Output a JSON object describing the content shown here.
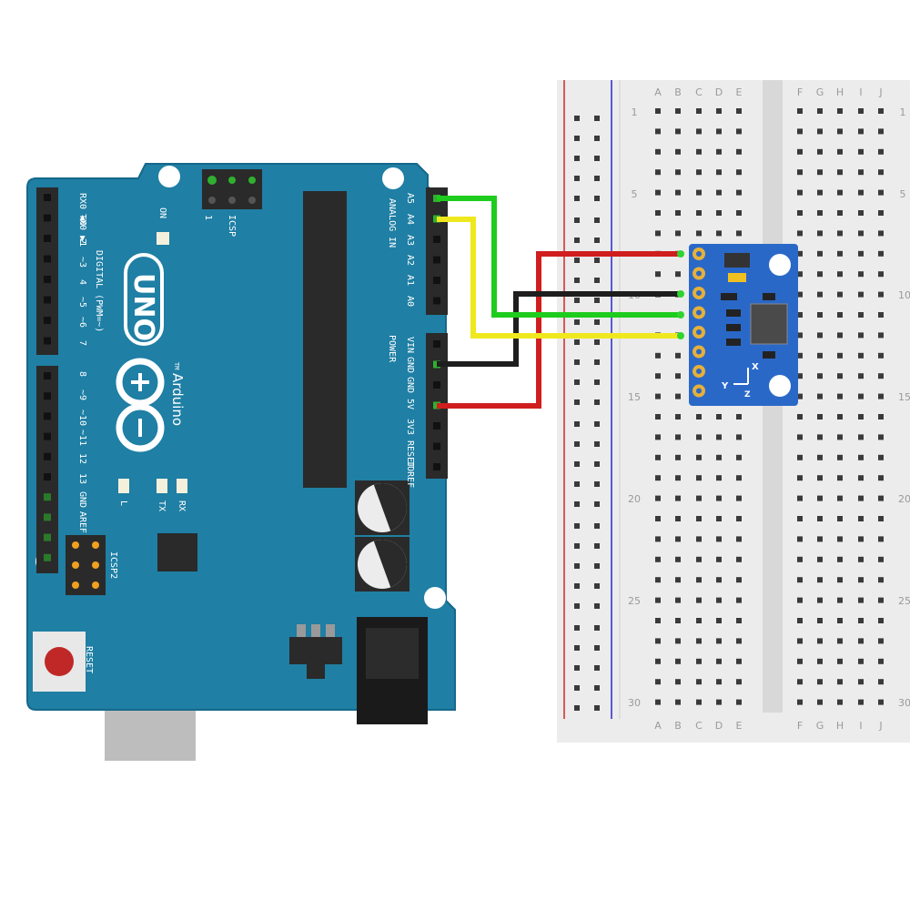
{
  "breadboard": {
    "columns_left": [
      "A",
      "B",
      "C",
      "D",
      "E"
    ],
    "columns_right": [
      "F",
      "G",
      "H",
      "I",
      "J"
    ],
    "row_labels": [
      "1",
      "5",
      "10",
      "15",
      "20",
      "25",
      "30"
    ]
  },
  "arduino": {
    "logo": "UNO",
    "brand": "Arduino",
    "trademark": "TM",
    "labels": {
      "digital": "DIGITAL (PWM=~)",
      "analog_in": "ANALOG IN",
      "power": "POWER",
      "on": "ON",
      "icsp": "ICSP",
      "icsp2": "ICSP2",
      "reset": "RESET",
      "icsp_pin1": "1",
      "led_l": "L",
      "led_tx": "TX",
      "led_rx": "RX"
    },
    "digital_pins": [
      "RX0 ◀0",
      "TX0 ▶1",
      "2",
      "~3",
      "4",
      "~5",
      "~6",
      "7",
      "8",
      "~9",
      "~10",
      "~11",
      "12",
      "13",
      "GND",
      "AREF"
    ],
    "analog_pins": [
      "A5",
      "A4",
      "A3",
      "A2",
      "A1",
      "A0"
    ],
    "power_pins": [
      "VIN",
      "GND",
      "GND",
      "5V",
      "3V3",
      "RESET",
      "IOREF"
    ]
  },
  "sensor": {
    "axis_x": "X",
    "axis_y": "Y",
    "axis_z": "Z"
  },
  "wires": [
    {
      "name": "A5 to SCL",
      "color": "#1ecc1e"
    },
    {
      "name": "A4 to SDA",
      "color": "#f0e81e"
    },
    {
      "name": "GND to GND",
      "color": "#1e1e1e"
    },
    {
      "name": "5V to VCC",
      "color": "#d01e1e"
    }
  ],
  "colors": {
    "board": "#1f7fa4",
    "board_edge": "#16688a",
    "breadboard": "#ececec",
    "rail_red": "#d02828",
    "rail_blue": "#2828c8",
    "sensor": "#2a68c8"
  }
}
